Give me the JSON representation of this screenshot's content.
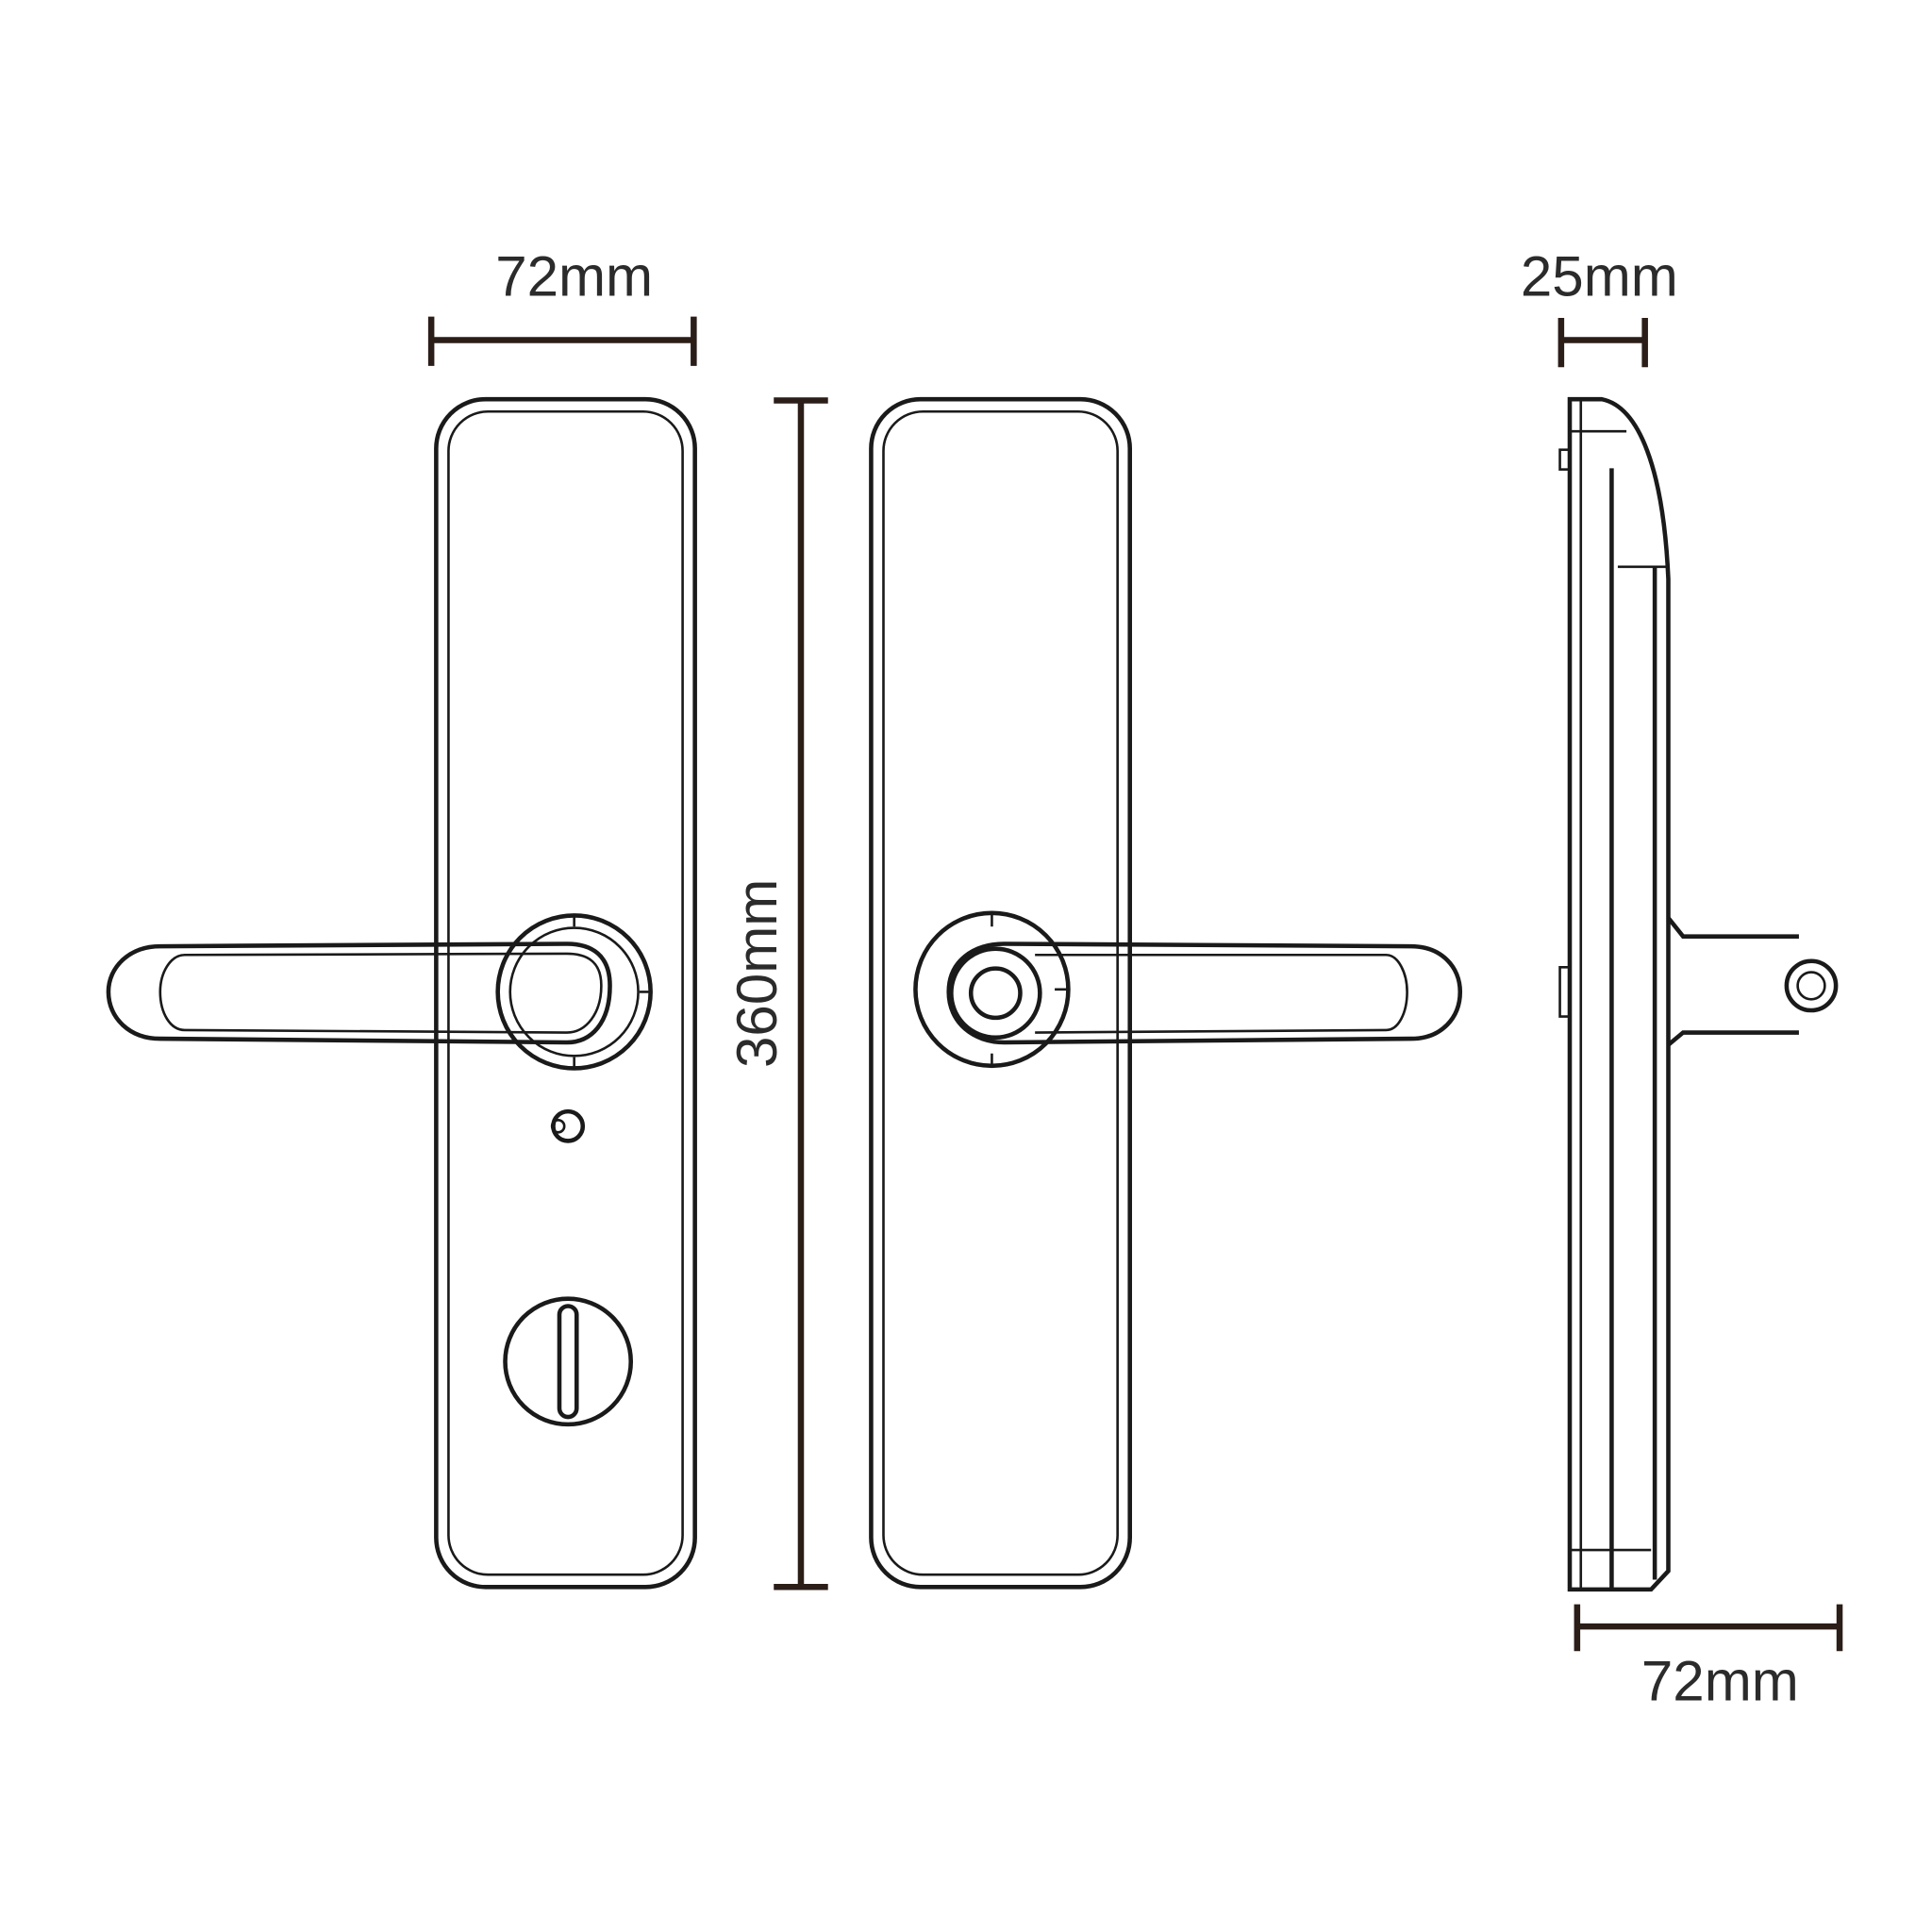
{
  "drawing": {
    "title": "Smart door lock dimensions",
    "dimensions": {
      "front_width": "72mm",
      "height": "360mm",
      "side_depth": "25mm",
      "side_width": "72mm"
    },
    "colors": {
      "line": "#1a1a1a",
      "dimension": "#2b1d17",
      "background": "#ffffff"
    }
  }
}
